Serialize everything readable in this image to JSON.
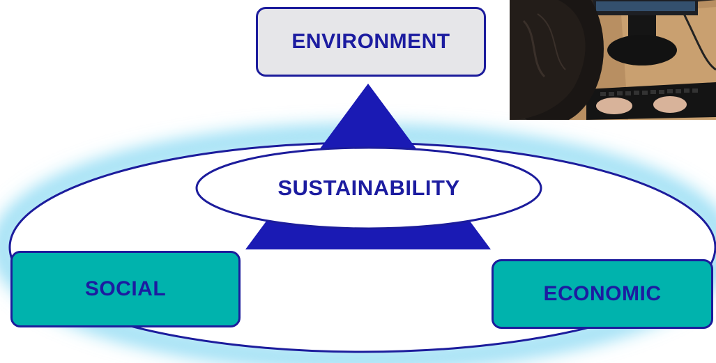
{
  "diagram": {
    "top_label": "ENVIRONMENT",
    "center_label": "SUSTAINABILITY",
    "left_label": "SOCIAL",
    "right_label": "ECONOMIC"
  },
  "colors": {
    "text": "#1c1ca0",
    "triangle": "#1a1ab4",
    "outline": "#1c1c9c",
    "glow": "#7fd6f2",
    "teal_box": "#00b3ad",
    "grey_box": "#e6e6e9"
  }
}
